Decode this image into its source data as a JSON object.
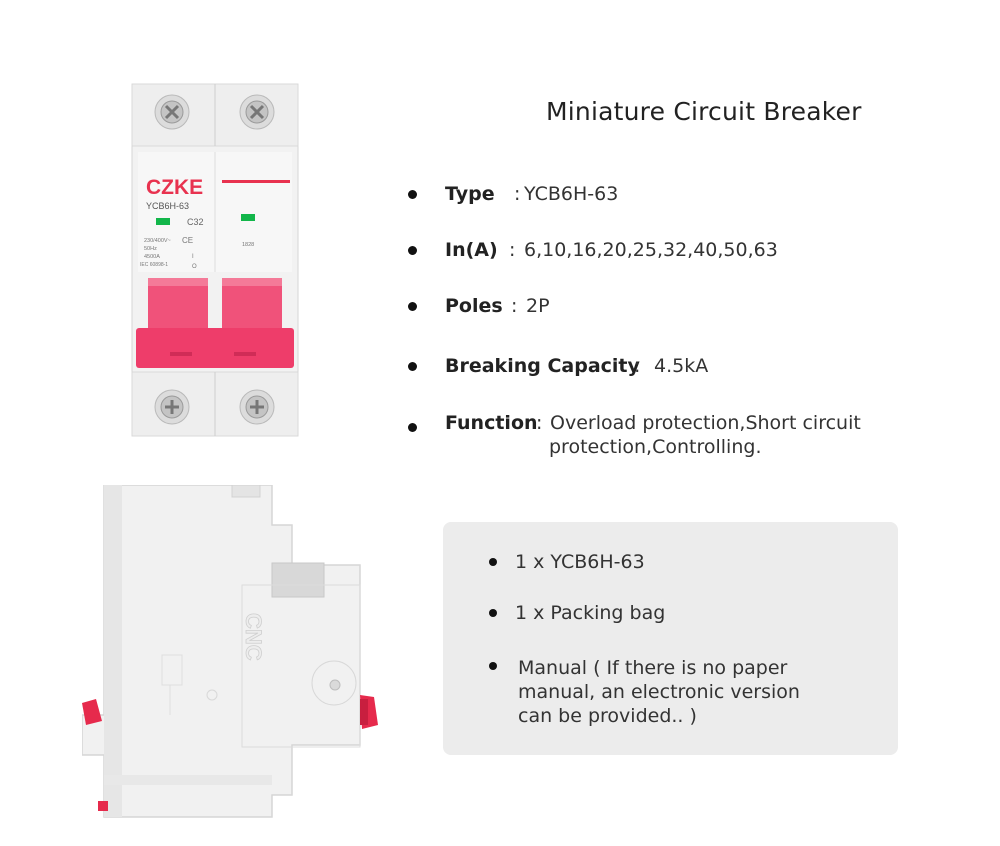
{
  "front_view": {
    "brand": "CZKE",
    "model": "YCB6H-63",
    "rating": "C32",
    "ratings_lines": [
      "230/400V~",
      "50Hz",
      "4500A",
      "IEC 60898-1"
    ],
    "ce_mark": "CE",
    "on_off": [
      "I",
      "O"
    ],
    "right_lines": [
      "1828"
    ],
    "colors": {
      "body": "#f2f2f2",
      "handle": "#ee3d6a",
      "brand": "#e8324f",
      "indicator": "#12b64a"
    }
  },
  "side_view": {
    "emboss": "CNC",
    "colors": {
      "body": "#f1f1f1",
      "latch": "#e62a4c"
    }
  },
  "title": "Miniature Circuit Breaker",
  "specs": [
    {
      "label": "Type",
      "sep": ":",
      "value": "YCB6H-63"
    },
    {
      "label": "In(A)",
      "sep": ":",
      "value": "6,10,16,20,25,32,40,50,63"
    },
    {
      "label": "Poles",
      "sep": ":",
      "value": "2P"
    },
    {
      "label": "Breaking Capacity",
      "sep": ":",
      "value": "4.5kA"
    },
    {
      "label": "Function",
      "sep": ":",
      "value": "Overload protection,Short circuit",
      "value2": "protection,Controlling."
    }
  ],
  "package": [
    {
      "line1": "1 x YCB6H-63"
    },
    {
      "line1": "1 x Packing bag"
    },
    {
      "line1": "Manual ( If there is no paper",
      "line2": "manual, an electronic version",
      "line3": "can be provided.. )"
    }
  ],
  "colors": {
    "package_bg": "#ececec",
    "bullet": "#111111"
  }
}
